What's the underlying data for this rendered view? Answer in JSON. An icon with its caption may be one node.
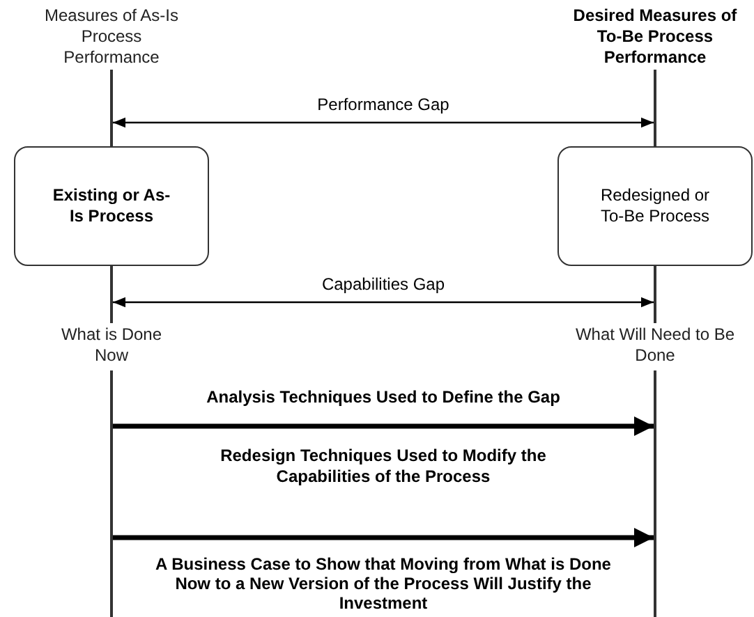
{
  "diagram": {
    "nodes": [
      {
        "text": [
          "Measures of As-Is Process Performance"
        ]
      },
      {
        "text": [
          "Desired Measures of To-Be Process Performance"
        ]
      },
      {
        "text": [],
        "shape": "bar"
      },
      {
        "text": [],
        "shape": "bar"
      },
      {
        "text": [
          "Existing or As-Is Process"
        ]
      },
      {
        "text": [
          "Redesigned or To-Be Process"
        ]
      },
      {
        "text": [],
        "shape": "bar"
      },
      {
        "text": [],
        "shape": "bar"
      },
      {
        "text": [
          "What is Done Now"
        ]
      },
      {
        "text": [
          "What Will Need to Be Done"
        ]
      },
      {
        "text": [],
        "shape": "bar"
      },
      {
        "text": [],
        "shape": "bar"
      }
    ],
    "edges": [
      {
        "from": 2,
        "to": 3,
        "arrow": "both",
        "label": "Performance Gap"
      },
      {
        "from": 6,
        "to": 7,
        "arrow": "both",
        "label": "Capabilities Gap"
      },
      {
        "from": 10,
        "to": 11,
        "arrow": "to",
        "style": "thick",
        "label": "Analysis Techniques Used to Define the Gap"
      },
      {
        "from": 10,
        "to": 11,
        "arrow": "to",
        "style": "thick",
        "label": "Redesign Techniques Used to Modify the Capabilities of the Process"
      }
    ],
    "labels": [
      "A Business Case to Show that Moving from What is Done Now to a New Version of the Process Will Justify the Investment"
    ]
  }
}
